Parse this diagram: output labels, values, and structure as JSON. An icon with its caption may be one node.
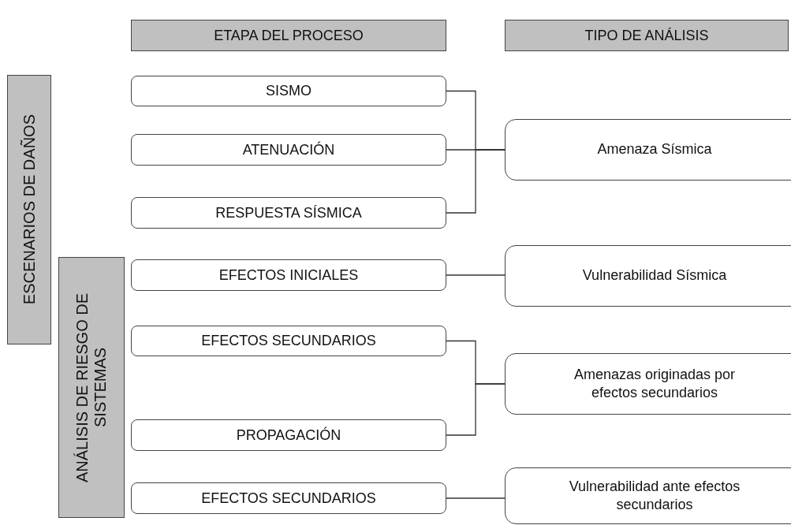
{
  "diagram": {
    "nodes": [
      {
        "text": [
          "ETAPA DEL PROCESO"
        ]
      },
      {
        "text": [
          "TIPO DE ANÁLISIS"
        ]
      },
      {
        "text": [
          "ESCENARIOS DE DAÑOS"
        ]
      },
      {
        "text": [
          "SISMO"
        ]
      },
      {
        "text": [
          "ATENUACIÓN"
        ]
      },
      {
        "text": [
          "Amenaza Sísmica"
        ]
      },
      {
        "text": [
          "RESPUESTA SÍSMICA"
        ]
      },
      {
        "text": [
          "ANÁLISIS DE RIESGO DE SISTEMAS"
        ]
      },
      {
        "text": [
          "EFECTOS INICIALES"
        ]
      },
      {
        "text": [
          "Vulnerabilidad Sísmica"
        ]
      },
      {
        "text": [
          "EFECTOS SECUNDARIOS"
        ]
      },
      {
        "text": [
          "Amenazas originadas por efectos secundarios"
        ]
      },
      {
        "text": [
          "PROPAGACIÓN"
        ]
      },
      {
        "text": [
          "EFECTOS SECUNDARIOS"
        ]
      },
      {
        "text": [
          "Vulnerabilidad ante efectos secundarios"
        ]
      }
    ],
    "edges": [
      {
        "from": 3,
        "to": 5,
        "arrow": "none"
      },
      {
        "from": 4,
        "to": 5,
        "arrow": "none"
      },
      {
        "from": 6,
        "to": 5,
        "arrow": "none"
      },
      {
        "from": 8,
        "to": 9,
        "arrow": "none"
      },
      {
        "from": 10,
        "to": 11,
        "arrow": "none"
      },
      {
        "from": 12,
        "to": 11,
        "arrow": "none"
      },
      {
        "from": 13,
        "to": 14,
        "arrow": "none"
      }
    ]
  }
}
